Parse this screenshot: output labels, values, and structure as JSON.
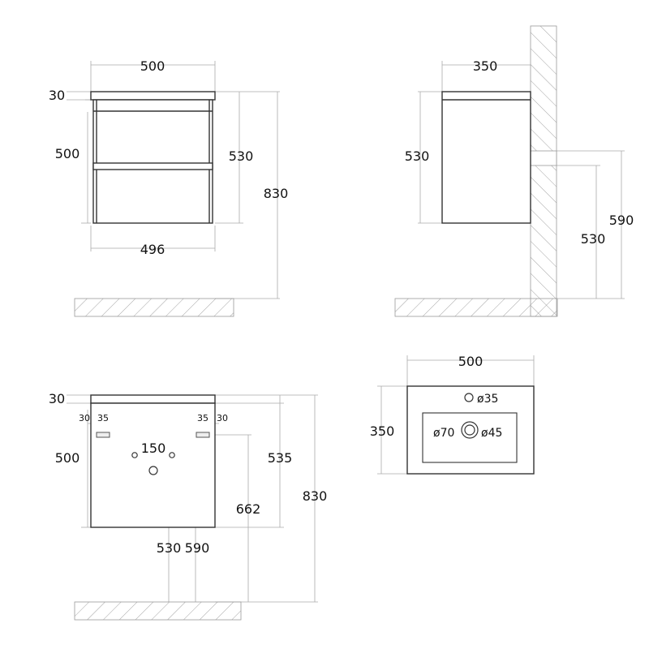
{
  "front_view": {
    "width_top": "500",
    "top_thickness": "30",
    "body_height": "500",
    "front_height": "530",
    "total_height": "830",
    "width_bottom": "496"
  },
  "side_view": {
    "depth": "350",
    "height": "530",
    "pipe_height_outer": "590",
    "pipe_height_inner": "530"
  },
  "back_view": {
    "top_thickness": "30",
    "body_height": "500",
    "mount_left_a": "30",
    "mount_left_b": "35",
    "mount_right_a": "35",
    "mount_right_b": "30",
    "hole_spacing": "150",
    "mount_height": "535",
    "drain_height": "662",
    "total_height": "830",
    "pipe_a": "530",
    "pipe_b": "590"
  },
  "top_view": {
    "width": "500",
    "depth": "350",
    "tap_hole": "ø35",
    "drain_outer": "ø70",
    "drain_inner": "ø45"
  },
  "colors": {
    "outline": "#333333",
    "dimension_line": "#aaaaaa",
    "hatch": "#999999",
    "text": "#111111"
  }
}
